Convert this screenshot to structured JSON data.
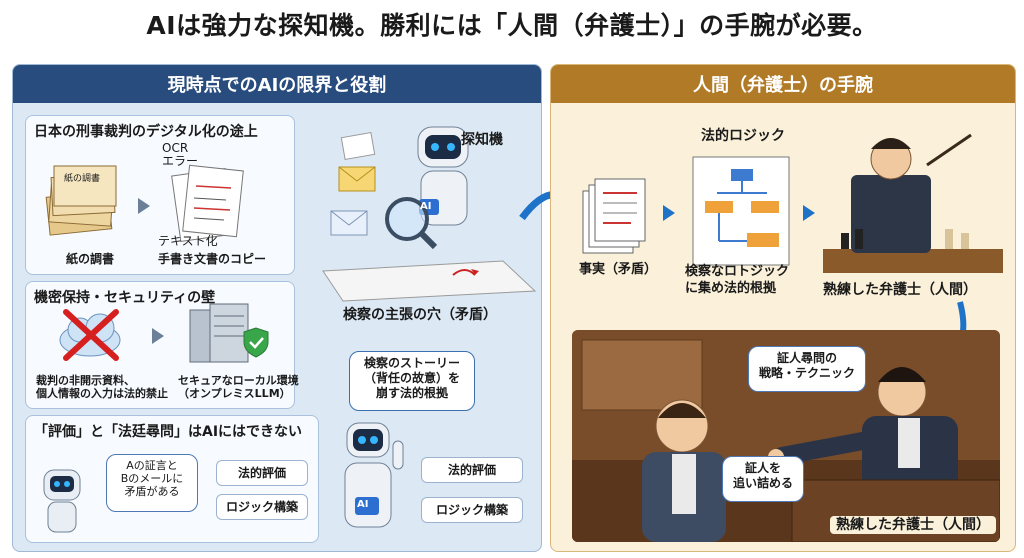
{
  "title": "AIは強力な探知機。勝利には「人間（弁護士）」の手腕が必要。",
  "left": {
    "header": "現時点でのAIの限界と役割",
    "digital": {
      "title": "日本の刑事裁判のデジタル化の途上",
      "paper_stack_text": "紙の調書",
      "ocr_label": "OCR\nエラー",
      "text_convert_label": "テキスト化",
      "paper_label": "紙の調書",
      "handwritten_label": "手書き文書のコピー"
    },
    "security": {
      "title": "機密保持・セキュリティの壁",
      "cloud_label": "裁判の非開示資料、\n個人情報の入力は法的禁止",
      "server_label": "セキュアなローカル環境\n（オンプレミスLLM）"
    },
    "limits": {
      "title": "「評価」と「法廷尋問」はAIにはできない",
      "bubble": "Aの証言と\nBのメールに\n矛盾がある",
      "tag1": "法的評価",
      "tag2": "ロジック構築"
    },
    "detector": {
      "label": "探知機",
      "robot_badge": "AI",
      "hole_label": "検察の主張の穴（矛盾）"
    },
    "story": {
      "bubble": "検察のストーリー\n（背任の故意）を\n崩す法的根拠",
      "tag1": "法的評価",
      "tag2": "ロジック構築",
      "robot_badge": "AI"
    }
  },
  "right": {
    "header": "人間（弁護士）の手腕",
    "logic_label": "法的ロジック",
    "facts_label": "事実（矛盾）",
    "logic_caption": "検察なロトジック\nに集め法的根拠",
    "lawyer_label": "熟練した弁護士（人間）",
    "court": {
      "bubble1": "証人尋問の\n戦略・テクニック",
      "bubble2": "証人を\n追い詰める",
      "caption": "熟練した弁護士（人間）"
    }
  },
  "colors": {
    "left_header": "#274c7d",
    "right_header": "#b07a26",
    "arrow": "#1e73c8"
  }
}
